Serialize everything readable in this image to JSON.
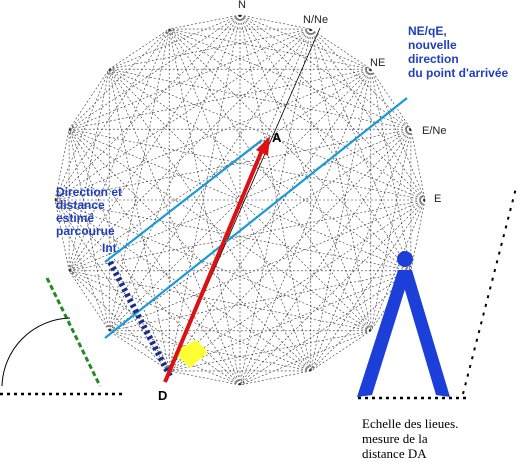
{
  "compass": {
    "n": "N",
    "n_ne": "N/Ne",
    "ne": "NE",
    "e_ne": "E/Ne",
    "e": "E"
  },
  "points": {
    "arrival": "A",
    "departure": "D",
    "intermediate": "Int"
  },
  "annotations": {
    "new_direction": [
      "NE/qE,",
      "nouvelle",
      "direction",
      "du point d'arrivée"
    ],
    "estimated": [
      "Direction et",
      "distance",
      "estimé",
      "parcourue"
    ],
    "scale": [
      "Echelle des lieues.",
      "mesure de la",
      "distance DA"
    ]
  },
  "colors": {
    "route": "#dd1111",
    "new_direction": "#1a9ad6",
    "divider": "#1b3fd8",
    "estimated": "#1f3fbf",
    "mark": "#ffff33",
    "green_dash": "#1f8a1f"
  }
}
